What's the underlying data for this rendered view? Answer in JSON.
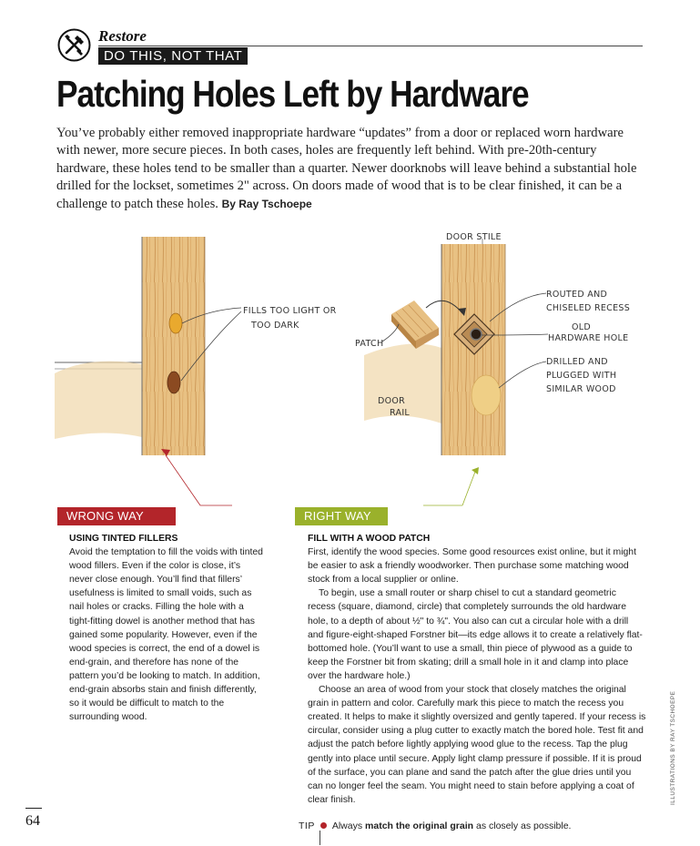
{
  "header": {
    "section_name": "Restore",
    "department": "DO THIS, NOT THAT",
    "logo_icon": "crossed-hammer-screwdriver-icon"
  },
  "headline": "Patching Holes Left by Hardware",
  "intro": {
    "text": "You’ve probably either removed inappropriate hardware “updates” from a door or replaced worn hardware with newer, more secure pieces. In both cases, holes are frequently left behind. With pre-20th-century hardware, these holes tend to be smaller than a quarter. Newer doorknobs will leave behind a substantial hole drilled for the lockset, sometimes 2\" across. On doors made of wood that is to be clear finished, it can be a challenge to patch these holes.",
    "byline": "By Ray Tschoepe"
  },
  "illustration": {
    "left_label_1": "FILLS TOO LIGHT OR",
    "left_label_2": "TOO DARK",
    "door_stile": "DOOR STILE",
    "routed_1": "ROUTED AND",
    "routed_2": "CHISELED RECESS",
    "old_1": "OLD",
    "old_2": "HARDWARE HOLE",
    "patch": "PATCH",
    "drilled_1": "DRILLED AND",
    "drilled_2": "PLUGGED WITH",
    "drilled_3": "SIMILAR WOOD",
    "door_1": "DOOR",
    "door_2": "RAIL"
  },
  "wrong_way": {
    "tag": "WRONG WAY",
    "heading": "USING TINTED FILLERS",
    "body": "Avoid the temptation to fill the voids with tinted wood fillers. Even if the color is close, it’s never close enough. You’ll find that fillers’ usefulness is limited to small voids, such as nail holes or cracks. Filling the hole with a tight-fitting dowel is another method that has gained some popularity. However, even if the wood species is correct, the end of a dowel is end-grain, and therefore has none of the pattern you’d be looking to match. In addition, end-grain absorbs stain and finish differently, so it would be difficult to match to the surrounding wood."
  },
  "right_way": {
    "tag": "RIGHT WAY",
    "heading": "FILL WITH A WOOD PATCH",
    "p1": "First, identify the wood species. Some good resources exist online, but it might be easier to ask a friendly woodworker. Then purchase some matching wood stock from a local supplier or online.",
    "p2": "To begin, use a small router or sharp chisel to cut a standard geometric recess (square, diamond, circle) that completely surrounds the old hardware hole, to a depth of about ½\" to ¾\". You also can cut a circular hole with a drill and figure-eight-shaped Forstner bit—its edge allows it to create a relatively flat-bottomed hole. (You’ll want to use a small, thin piece of plywood as a guide to keep the Forstner bit from skating; drill a small hole in it and clamp into place over the hardware hole.)",
    "p3": "Choose an area of wood from your stock that closely matches the original grain in pattern and color. Carefully mark this piece to match the recess you created. It helps to make it slightly oversized and gently tapered. If your recess is circular, consider using a plug cutter to exactly match the bored hole. Test fit and adjust the patch before lightly applying wood glue to the recess. Tap the plug gently into place until secure. Apply light clamp pressure if possible. If it is proud of the surface, you can plane and sand the patch after the glue dries until you can no longer feel the seam. You might need to stain before applying a coat of clear finish."
  },
  "footer": {
    "page_number": "64",
    "tip_label": "TIP",
    "tip_pre": "Always",
    "tip_bold": "match the original grain",
    "tip_post": "as closely as possible.",
    "credit": "ILLUSTRATIONS BY RAY TSCHOEPE"
  },
  "colors": {
    "wrong": "#b3252a",
    "right": "#9ab12b",
    "wood": "#e3b877"
  }
}
